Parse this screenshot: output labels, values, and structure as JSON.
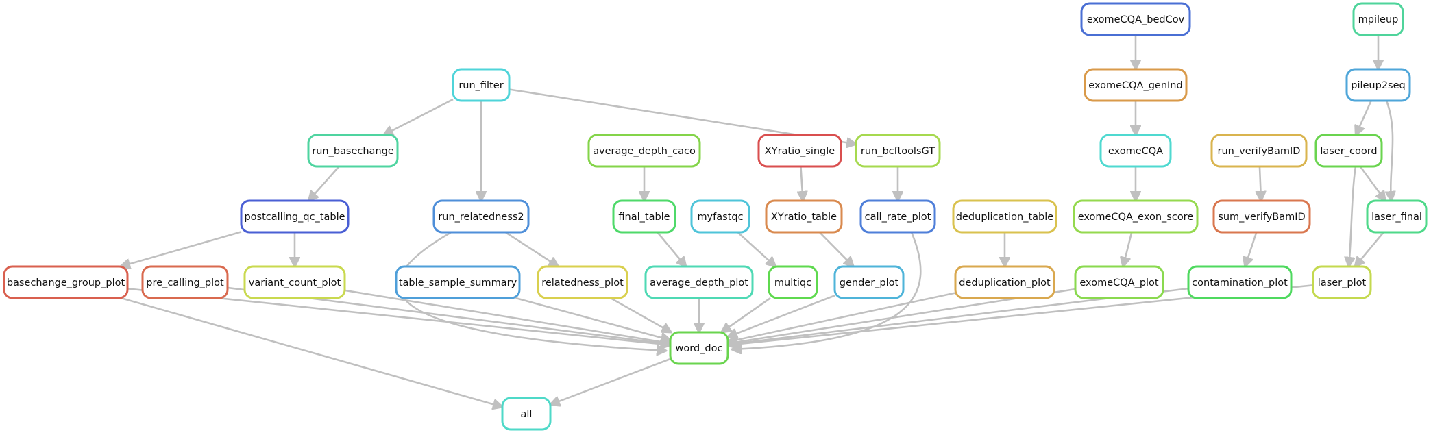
{
  "diagram": {
    "type": "workflow-dag",
    "nodes": {
      "exomeCQA_bedCov": {
        "label": "exomeCQA_bedCov",
        "color": "#4a6fd4"
      },
      "mpileup": {
        "label": "mpileup",
        "color": "#4fd49b"
      },
      "run_filter": {
        "label": "run_filter",
        "color": "#4fd4d9"
      },
      "exomeCQA_genInd": {
        "label": "exomeCQA_genInd",
        "color": "#d99a4a"
      },
      "pileup2seq": {
        "label": "pileup2seq",
        "color": "#4fa6d9"
      },
      "run_basechange": {
        "label": "run_basechange",
        "color": "#4fd4a0"
      },
      "average_depth_caco": {
        "label": "average_depth_caco",
        "color": "#84d44a"
      },
      "XYratio_single": {
        "label": "XYratio_single",
        "color": "#d94f4f"
      },
      "run_bcftoolsGT": {
        "label": "run_bcftoolsGT",
        "color": "#a6d94f"
      },
      "exomeCQA": {
        "label": "exomeCQA",
        "color": "#4fd9d0"
      },
      "run_verifyBamID": {
        "label": "run_verifyBamID",
        "color": "#d9b44f"
      },
      "laser_coord": {
        "label": "laser_coord",
        "color": "#6ad44f"
      },
      "postcalling_qc_table": {
        "label": "postcalling_qc_table",
        "color": "#4a5fd4"
      },
      "run_relatedness2": {
        "label": "run_relatedness2",
        "color": "#4f8fd9"
      },
      "final_table": {
        "label": "final_table",
        "color": "#4fd96a"
      },
      "myfastqc": {
        "label": "myfastqc",
        "color": "#4fc4d9"
      },
      "XYratio_table": {
        "label": "XYratio_table",
        "color": "#d98a4f"
      },
      "call_rate_plot": {
        "label": "call_rate_plot",
        "color": "#4f7fd9"
      },
      "deduplication_table": {
        "label": "deduplication_table",
        "color": "#d9c24f"
      },
      "exomeCQA_exon_score": {
        "label": "exomeCQA_exon_score",
        "color": "#95d94f"
      },
      "sum_verifyBamID": {
        "label": "sum_verifyBamID",
        "color": "#d9774f"
      },
      "laser_final": {
        "label": "laser_final",
        "color": "#4fd98a"
      },
      "basechange_group_plot": {
        "label": "basechange_group_plot",
        "color": "#d9604f"
      },
      "pre_calling_plot": {
        "label": "pre_calling_plot",
        "color": "#d96a4f"
      },
      "variant_count_plot": {
        "label": "variant_count_plot",
        "color": "#c9d94f"
      },
      "table_sample_summary": {
        "label": "table_sample_summary",
        "color": "#4f9fd9"
      },
      "relatedness_plot": {
        "label": "relatedness_plot",
        "color": "#d9d04f"
      },
      "average_depth_plot": {
        "label": "average_depth_plot",
        "color": "#4fd9b4"
      },
      "multiqc": {
        "label": "multiqc",
        "color": "#5fd94f"
      },
      "gender_plot": {
        "label": "gender_plot",
        "color": "#4fb4d9"
      },
      "deduplication_plot": {
        "label": "deduplication_plot",
        "color": "#d9a84f"
      },
      "exomeCQA_plot": {
        "label": "exomeCQA_plot",
        "color": "#8ad94f"
      },
      "contamination_plot": {
        "label": "contamination_plot",
        "color": "#4fd95f"
      },
      "laser_plot": {
        "label": "laser_plot",
        "color": "#c4d94f"
      },
      "word_doc": {
        "label": "word_doc",
        "color": "#6ad44f"
      },
      "all": {
        "label": "all",
        "color": "#4fd9c8"
      }
    },
    "edges": [
      [
        "exomeCQA_bedCov",
        "exomeCQA_genInd"
      ],
      [
        "exomeCQA_genInd",
        "exomeCQA"
      ],
      [
        "exomeCQA",
        "exomeCQA_exon_score"
      ],
      [
        "exomeCQA_exon_score",
        "exomeCQA_plot"
      ],
      [
        "mpileup",
        "pileup2seq"
      ],
      [
        "pileup2seq",
        "laser_coord"
      ],
      [
        "pileup2seq",
        "laser_final"
      ],
      [
        "laser_coord",
        "laser_final"
      ],
      [
        "laser_coord",
        "laser_plot"
      ],
      [
        "laser_final",
        "laser_plot"
      ],
      [
        "run_filter",
        "run_basechange"
      ],
      [
        "run_filter",
        "run_relatedness2"
      ],
      [
        "run_filter",
        "run_bcftoolsGT"
      ],
      [
        "run_basechange",
        "postcalling_qc_table"
      ],
      [
        "postcalling_qc_table",
        "basechange_group_plot"
      ],
      [
        "postcalling_qc_table",
        "variant_count_plot"
      ],
      [
        "run_relatedness2",
        "relatedness_plot"
      ],
      [
        "run_relatedness2",
        "word_doc"
      ],
      [
        "average_depth_caco",
        "final_table"
      ],
      [
        "final_table",
        "average_depth_plot"
      ],
      [
        "myfastqc",
        "multiqc"
      ],
      [
        "XYratio_single",
        "XYratio_table"
      ],
      [
        "XYratio_table",
        "gender_plot"
      ],
      [
        "run_bcftoolsGT",
        "call_rate_plot"
      ],
      [
        "call_rate_plot",
        "word_doc"
      ],
      [
        "deduplication_table",
        "deduplication_plot"
      ],
      [
        "run_verifyBamID",
        "sum_verifyBamID"
      ],
      [
        "sum_verifyBamID",
        "contamination_plot"
      ],
      [
        "basechange_group_plot",
        "word_doc"
      ],
      [
        "basechange_group_plot",
        "all"
      ],
      [
        "pre_calling_plot",
        "word_doc"
      ],
      [
        "variant_count_plot",
        "word_doc"
      ],
      [
        "table_sample_summary",
        "word_doc"
      ],
      [
        "relatedness_plot",
        "word_doc"
      ],
      [
        "average_depth_plot",
        "word_doc"
      ],
      [
        "multiqc",
        "word_doc"
      ],
      [
        "gender_plot",
        "word_doc"
      ],
      [
        "deduplication_plot",
        "word_doc"
      ],
      [
        "exomeCQA_plot",
        "word_doc"
      ],
      [
        "contamination_plot",
        "word_doc"
      ],
      [
        "laser_plot",
        "word_doc"
      ],
      [
        "word_doc",
        "all"
      ]
    ]
  }
}
